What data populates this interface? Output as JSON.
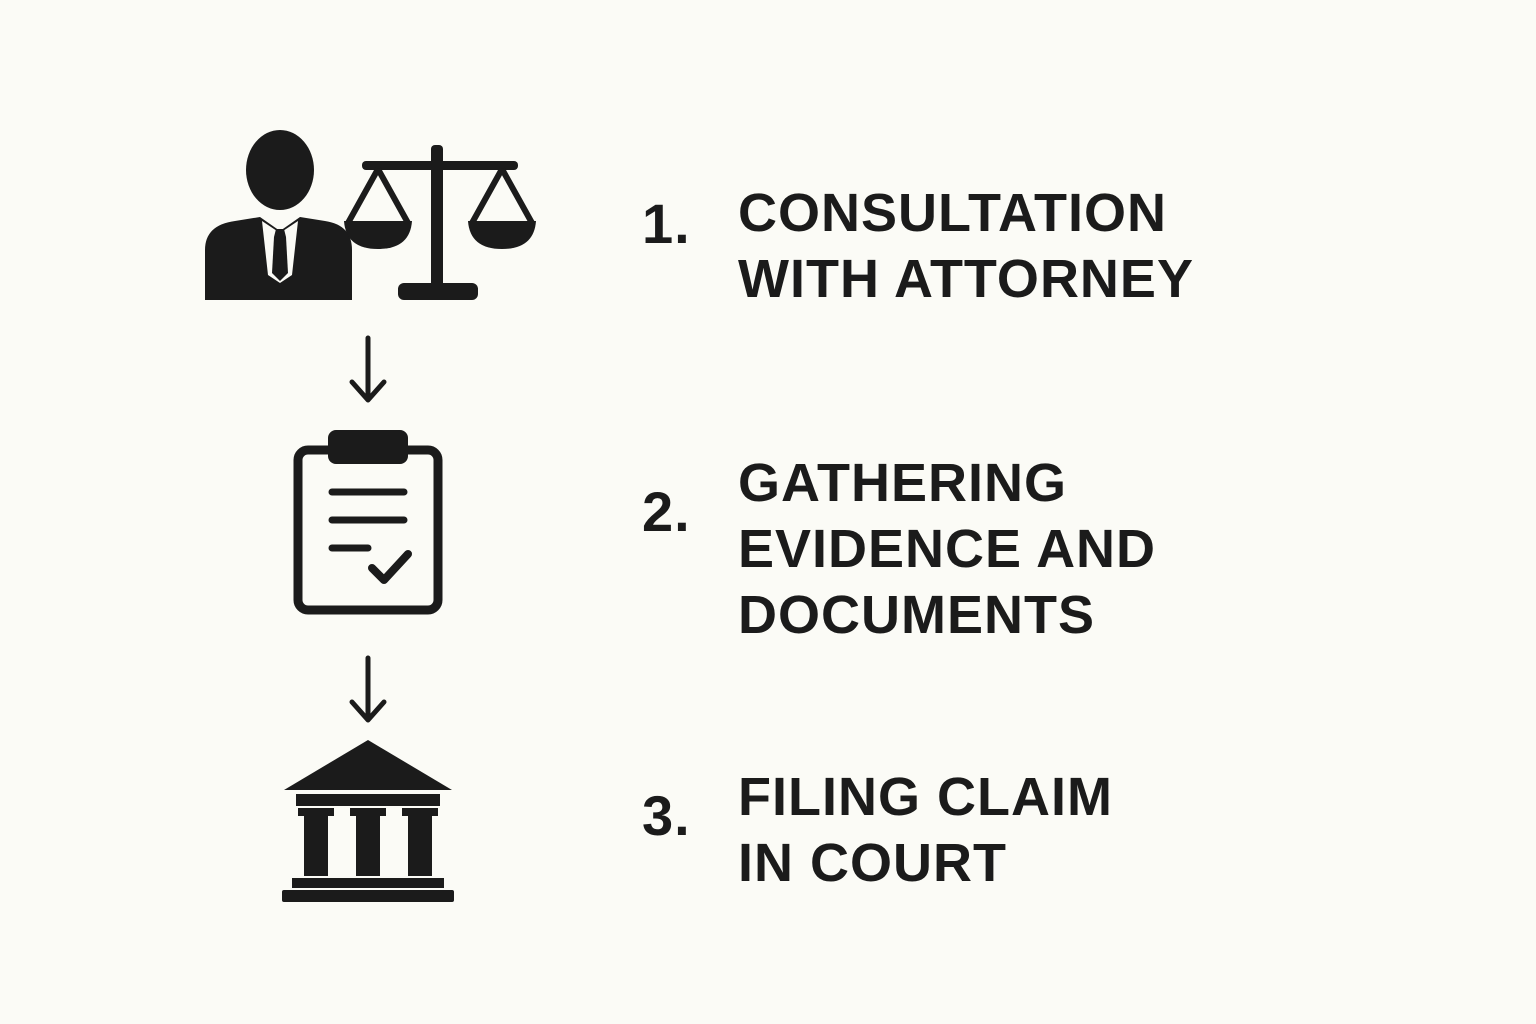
{
  "steps": [
    {
      "number": "1.",
      "lines": [
        "CONSULTATION",
        "WITH ATTORNEY"
      ],
      "icon": "attorney-with-scales-icon"
    },
    {
      "number": "2.",
      "lines": [
        "GATHERING",
        "EVIDENCE AND",
        "DOCUMENTS"
      ],
      "icon": "clipboard-checklist-icon"
    },
    {
      "number": "3.",
      "lines": [
        "FILING CLAIM",
        "IN COURT"
      ],
      "icon": "courthouse-icon"
    }
  ],
  "connectors": [
    "down-arrow-icon",
    "down-arrow-icon"
  ],
  "colors": {
    "background": "#fbfbf6",
    "ink": "#1b1b1b"
  }
}
